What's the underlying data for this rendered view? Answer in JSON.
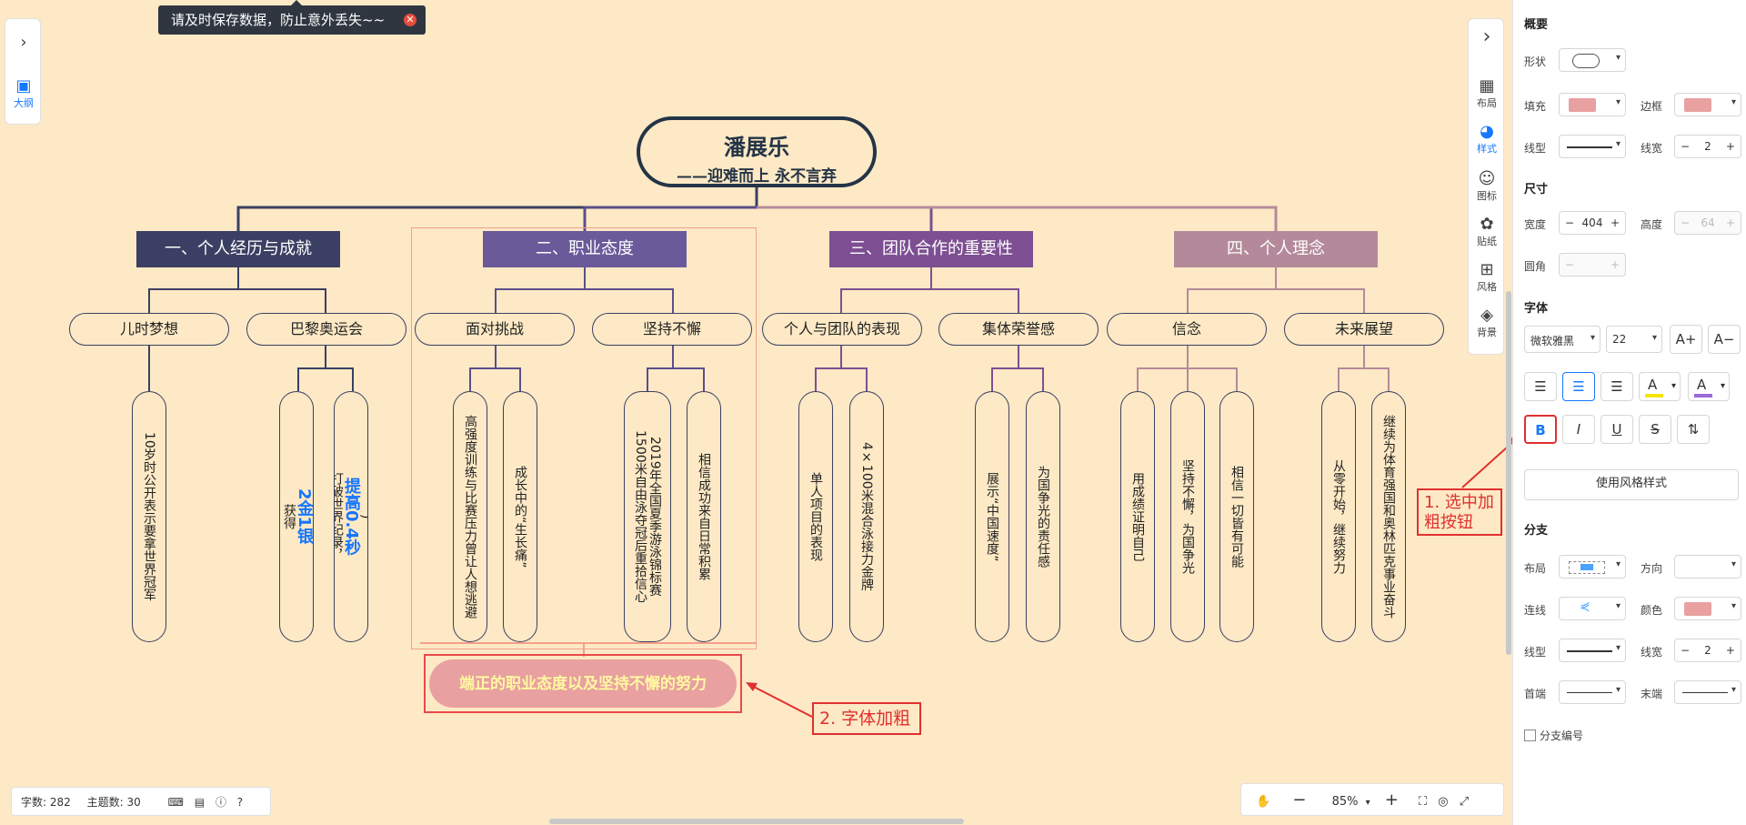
{
  "tooltip": {
    "text": "请及时保存数据，防止意外丢失~~"
  },
  "left_panel": {
    "expand_icon": "chevron-right-icon",
    "outline_label": "大纲"
  },
  "mindmap": {
    "root": {
      "title": "潘展乐",
      "subtitle": "——迎难而上  永不言弃"
    },
    "main_topics": [
      {
        "label": "一、个人经历与成就",
        "color": "#3b3f63"
      },
      {
        "label": "二、职业态度",
        "color": "#6a5a9a"
      },
      {
        "label": "三、团队合作的重要性",
        "color": "#7d4f92"
      },
      {
        "label": "四、个人理念",
        "color": "#b48a9a"
      }
    ],
    "subtopics": [
      "儿时梦想",
      "巴黎奥运会",
      "面对挑战",
      "坚持不懈",
      "个人与团队的表现",
      "集体荣誉感",
      "信念",
      "未来展望"
    ],
    "leaves": [
      [
        "10岁时公开表示要拿世界冠军"
      ],
      [
        "获得",
        "2金1银"
      ],
      [
        "打破世界纪录，",
        "提高0.4秒",
        ")"
      ],
      [
        "高强度训练与比赛压力曾让人想逃避"
      ],
      [
        "成长中的“生长痛”"
      ],
      [
        "1500米自由泳夺冠后重拾信心",
        "2019年全国夏季游泳锦标赛"
      ],
      [
        "相信成功来自日常积累"
      ],
      [
        "单人项目的表现"
      ],
      [
        "4×100米混合泳接力金牌"
      ],
      [
        "展示“中国速度”"
      ],
      [
        "为国争光的责任感"
      ],
      [
        "用成绩证明自己"
      ],
      [
        "坚持不懈，为国争光"
      ],
      [
        "相信一切皆有可能"
      ],
      [
        "从零开始，继续努力"
      ],
      [
        "继续为体育强国和奥林匹克事业奋斗"
      ]
    ],
    "summary": "端正的职业态度以及坚持不懈的努力"
  },
  "annotations": {
    "step1": "1. 选中加粗按钮",
    "step2": "2. 字体加粗"
  },
  "right_toolbar": [
    {
      "icon": "chevron-right-icon",
      "label": ""
    },
    {
      "icon": "layout-icon",
      "label": "布局"
    },
    {
      "icon": "palette-icon",
      "label": "样式"
    },
    {
      "icon": "emoji-icon",
      "label": "图标"
    },
    {
      "icon": "sticker-icon",
      "label": "贴纸"
    },
    {
      "icon": "grid-icon",
      "label": "风格"
    },
    {
      "icon": "layers-icon",
      "label": "背景"
    }
  ],
  "status": {
    "words": "字数: 282",
    "topics": "主题数: 30"
  },
  "zoom": {
    "value": "85%",
    "minus": "−",
    "plus": "+"
  },
  "props": {
    "overview": "概要",
    "shape_label": "形状",
    "fill_label": "填充",
    "fill_color": "#e8a0a0",
    "border_label": "边框",
    "border_color": "#e8a0a0",
    "linetype_label": "线型",
    "linewidth_label": "线宽",
    "linewidth": "2",
    "size": "尺寸",
    "width_label": "宽度",
    "width": "404",
    "height_label": "高度",
    "height": "64",
    "radius_label": "圆角",
    "font": "字体",
    "font_family": "微软雅黑",
    "font_size": "22",
    "grow": "A+",
    "shrink": "A−",
    "text_color": "#f5e400",
    "bg_color": "#9b6bd8",
    "use_style": "使用风格样式",
    "branch": "分支",
    "layout_label": "布局",
    "direction_label": "方向",
    "connector_label": "连线",
    "color_label": "颜色",
    "branch_color": "#e8a0a0",
    "b_linetype_label": "线型",
    "b_linewidth_label": "线宽",
    "b_linewidth": "2",
    "head_label": "首端",
    "tail_label": "末端",
    "branch_number": "分支编号"
  }
}
